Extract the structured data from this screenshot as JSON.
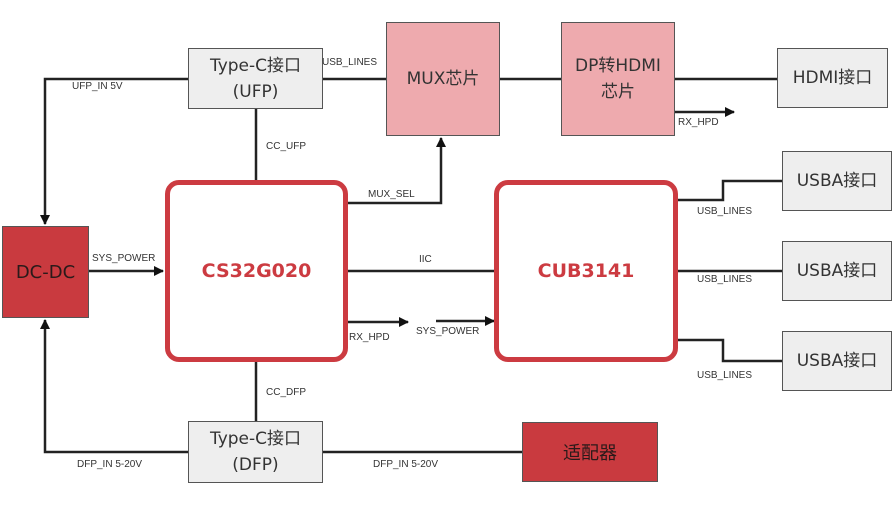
{
  "blocks": {
    "ufp": {
      "line1": "Type-C接口",
      "line2": "(UFP)"
    },
    "dfp": {
      "line1": "Type-C接口",
      "line2": "(DFP)"
    },
    "mux": "MUX芯片",
    "dp_hdmi": {
      "line1": "DP转HDMI",
      "line2": "芯片"
    },
    "hdmi": "HDMI接口",
    "dcdc": "DC-DC",
    "cs32": "CS32G020",
    "cub": "CUB3141",
    "usba": [
      "USBA接口",
      "USBA接口",
      "USBA接口"
    ],
    "adapter": "适配器"
  },
  "signals": {
    "ufp_in": "UFP_IN 5V",
    "usb_lines_top": "USB_LINES",
    "cc_ufp": "CC_UFP",
    "rx_hpd_dp": "RX_HPD",
    "mux_sel": "MUX_SEL",
    "sys_power_left": "SYS_POWER",
    "iic": "IIC",
    "rx_hpd_cs": "RX_HPD",
    "sys_power_cub": "SYS_POWER",
    "usb_lines": [
      "USB_LINES",
      "USB_LINES",
      "USB_LINES"
    ],
    "cc_dfp": "CC_DFP",
    "dfp_in_left": "DFP_IN 5-20V",
    "dfp_in_right": "DFP_IN 5-20V"
  },
  "colors": {
    "chip_red": "#cc3b41",
    "block_red": "#c93a3f",
    "block_pink": "#eeaaae",
    "block_gray": "#eeeeee"
  }
}
